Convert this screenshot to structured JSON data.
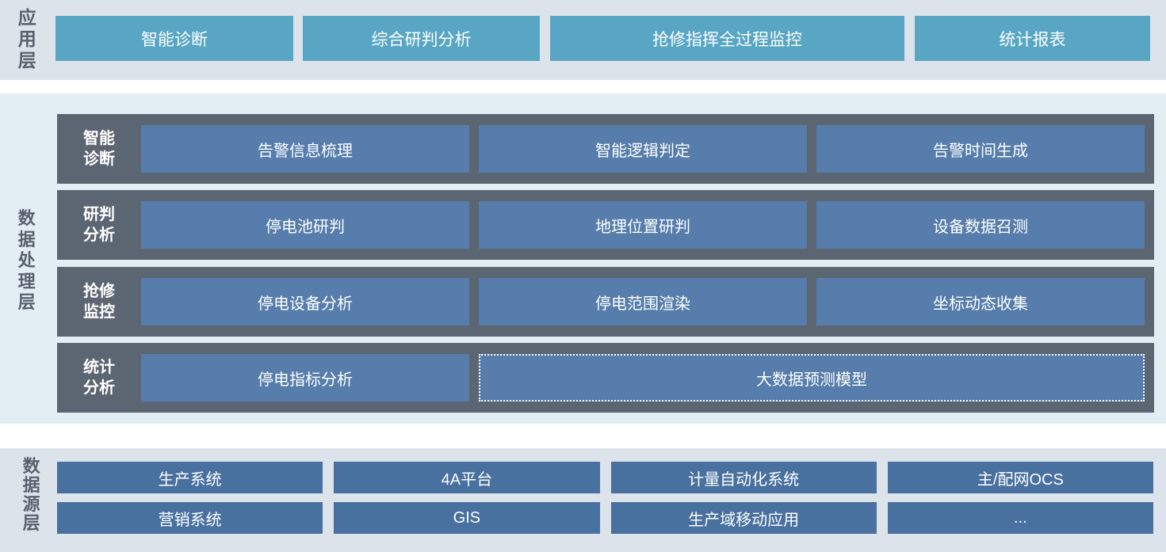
{
  "app_layer": {
    "label": "应用层",
    "items": [
      "智能诊断",
      "综合研判分析",
      "抢修指挥全过程监控",
      "统计报表"
    ]
  },
  "processing_layer": {
    "label": "数据处理层",
    "rows": [
      {
        "label": "智能诊断",
        "items": [
          "告警信息梳理",
          "智能逻辑判定",
          "告警时间生成"
        ]
      },
      {
        "label": "研判分析",
        "items": [
          "停电池研判",
          "地理位置研判",
          "设备数据召测"
        ]
      },
      {
        "label": "抢修监控",
        "items": [
          "停电设备分析",
          "停电范围渲染",
          "坐标动态收集"
        ]
      },
      {
        "label": "统计分析",
        "items": [
          "停电指标分析"
        ],
        "wide_item": "大数据预测模型"
      }
    ]
  },
  "source_layer": {
    "label": "数据源层",
    "rows": [
      [
        "生产系统",
        "4A平台",
        "计量自动化系统",
        "主/配网OCS"
      ],
      [
        "营销系统",
        "GIS",
        "生产域移动应用",
        "..."
      ]
    ]
  },
  "colors": {
    "band-gray": "#dde3eb",
    "band-blue": "#e3eef4",
    "teal": "#58a6c4",
    "row-dark": "#5c6572",
    "process-blue": "#567dab",
    "source-blue": "#48719f",
    "label-text": "#59616e",
    "item-text": "#ffffff"
  }
}
